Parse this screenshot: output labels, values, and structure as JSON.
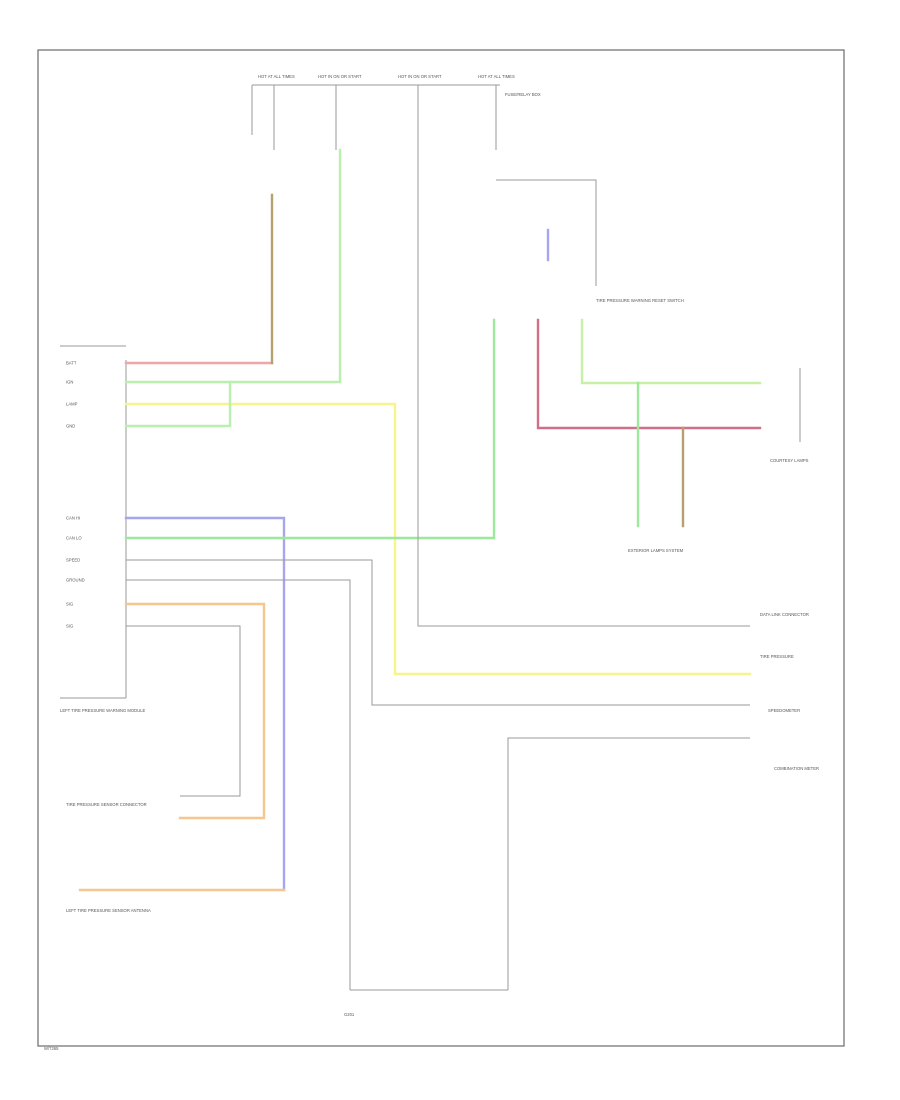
{
  "diagram": {
    "footer_code": "W/7265",
    "fuse_labels": {
      "f1": "HOT AT ALL TIMES",
      "f2": "HOT IN ON OR START",
      "f3": "HOT IN ON OR START",
      "f4": "HOT AT ALL TIMES",
      "fuse_box": "FUSE/RELAY BOX"
    },
    "module": {
      "label": "LEFT TIRE PRESSURE WARNING MODULE",
      "pins": [
        "BATT",
        "IGN",
        "LAMP",
        "GND",
        "",
        "",
        "",
        "CAN HI",
        "CAN LO",
        "SPEED",
        "GROUND",
        "SIG",
        "SIG",
        "",
        "",
        "",
        ""
      ]
    },
    "connector_labels": {
      "sensor": "TIRE PRESSURE SENSOR CONNECTOR",
      "antenna": "LEFT TIRE PRESSURE SENSOR ANTENNA"
    },
    "right_components": {
      "switch_label": "TIRE PRESSURE WARNING RESET SWITCH",
      "courtesy": "COURTESY LAMPS",
      "exterior": "EXTERIOR LAMPS SYSTEM",
      "data_link": "DATA LINK CONNECTOR",
      "tire_pressure": "TIRE PRESSURE",
      "speedometer": "SPEEDOMETER",
      "combination_meter": "COMBINATION METER",
      "ground": "G201"
    }
  }
}
